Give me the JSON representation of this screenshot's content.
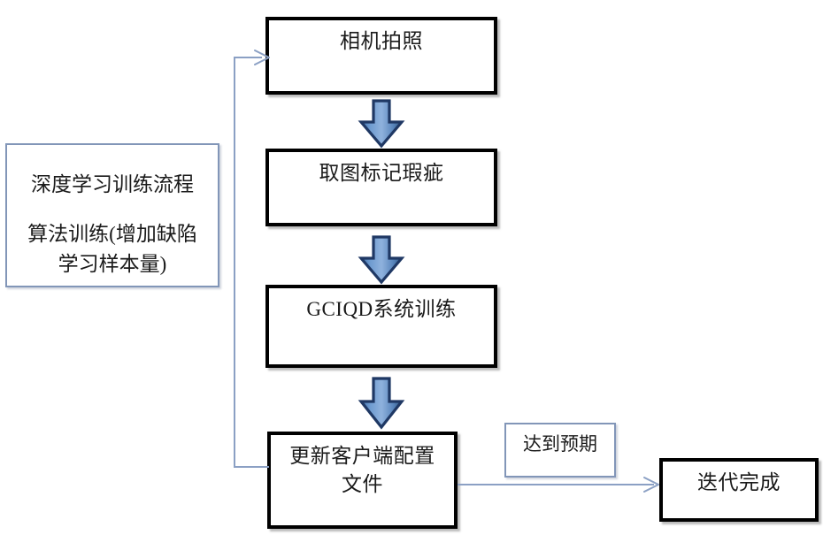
{
  "diagram": {
    "title_panel": {
      "line1": "深度学习训练流程",
      "line2": "算法训练(增加缺陷\n学习样本量)"
    },
    "nodes": [
      {
        "id": "camera",
        "label": "相机拍照"
      },
      {
        "id": "mark",
        "label": "取图标记瑕疵"
      },
      {
        "id": "train",
        "label": "GCIQD系统训练"
      },
      {
        "id": "update",
        "label": "更新客户端配置\n文件"
      },
      {
        "id": "done",
        "label": "迭代完成"
      }
    ],
    "labels": [
      {
        "id": "expected",
        "label": "达到预期"
      }
    ],
    "colors": {
      "node_border": "#000000",
      "note_border": "#8296b8",
      "connector": "#8ba0c4",
      "arrow_fill_light": "#6f9bd1",
      "arrow_fill_dark": "#2e5c8a",
      "arrow_outline": "#1f3864",
      "background": "#ffffff"
    }
  }
}
